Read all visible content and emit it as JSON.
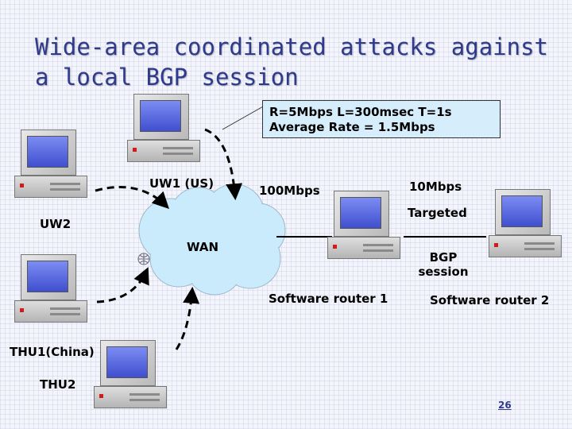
{
  "slide": {
    "title_line1": "Wide-area coordinated attacks against",
    "title_line2": "a local BGP session",
    "info_line1": "R=5Mbps L=300msec T=1s",
    "info_line2": "Average Rate = 1.5Mbps",
    "page_number": "26"
  },
  "labels": {
    "uw1": "UW1 (US)",
    "uw2": "UW2",
    "wan": "WAN",
    "thu1": "THU1(China)",
    "thu2": "THU2",
    "link_100": "100Mbps",
    "link_10": "10Mbps",
    "targeted": "Targeted",
    "bgp_line1": "BGP",
    "bgp_line2": "session",
    "router1": "Software router 1",
    "router2": "Software router 2"
  },
  "colors": {
    "title": "#2f3a8c",
    "info_box": "#d6eefc",
    "cloud": "#c9ebfb",
    "screen": "#4f5fdc"
  }
}
